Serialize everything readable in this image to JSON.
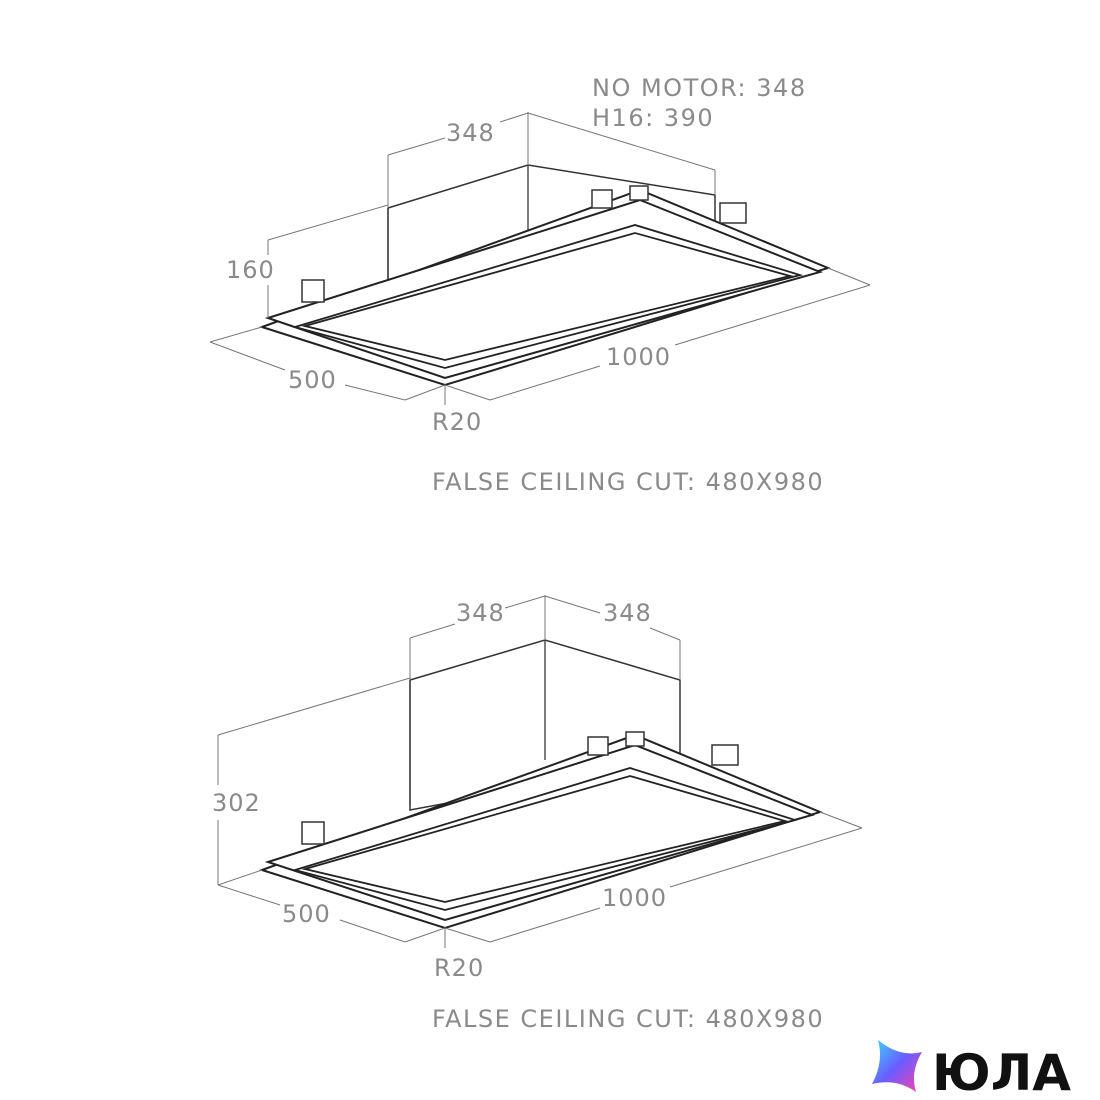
{
  "drawing_top": {
    "note_line1": "NO MOTOR: 348",
    "note_line2": "H16: 390",
    "dim_width_top": "348",
    "dim_height": "160",
    "dim_depth": "500",
    "dim_length": "1000",
    "dim_radius": "R20",
    "cut_label": "FALSE CEILING CUT: 480X980"
  },
  "drawing_bottom": {
    "dim_width_left": "348",
    "dim_width_right": "348",
    "dim_height": "302",
    "dim_depth": "500",
    "dim_length": "1000",
    "dim_radius": "R20",
    "cut_label": "FALSE CEILING CUT: 480X980"
  },
  "watermark": {
    "brand": "ЮЛА",
    "gradient": [
      "#3ad8ff",
      "#6a5cff",
      "#ff3fa8"
    ]
  }
}
